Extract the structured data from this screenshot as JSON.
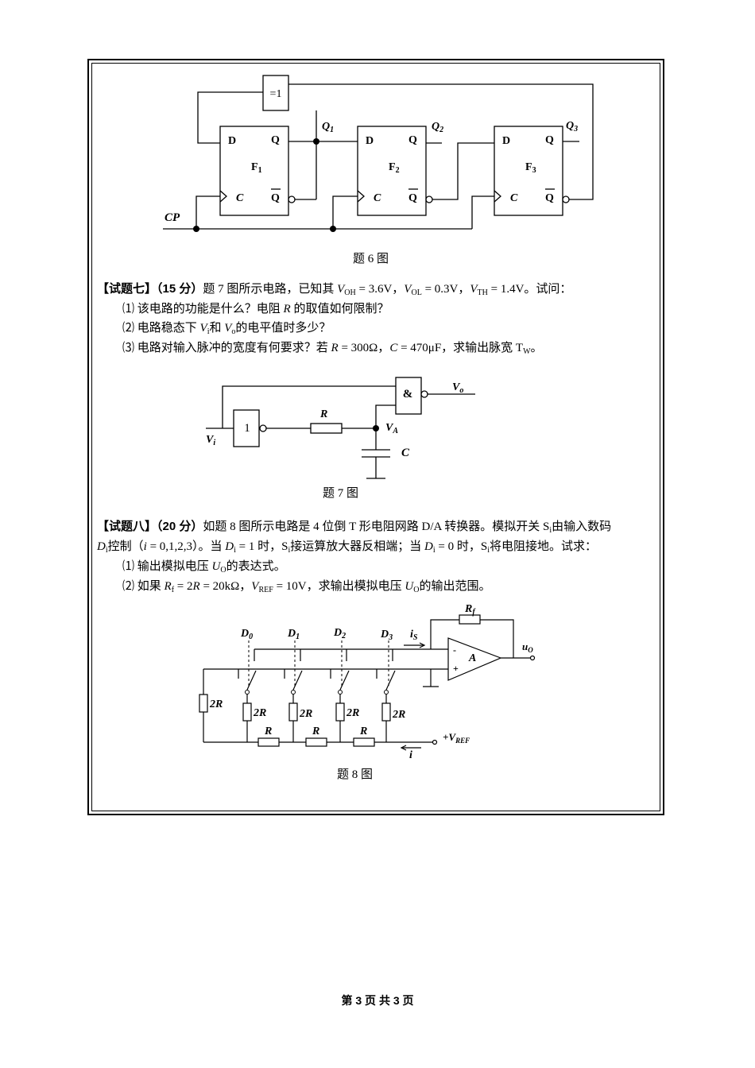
{
  "fig6": {
    "xor_label": "=1",
    "ff": [
      {
        "d": "D",
        "q": "Q",
        "name_base": "F",
        "name_sub": "1",
        "c": "C",
        "qn": "Q"
      },
      {
        "d": "D",
        "q": "Q",
        "name_base": "F",
        "name_sub": "2",
        "c": "C",
        "qn": "Q"
      },
      {
        "d": "D",
        "q": "Q",
        "name_base": "F",
        "name_sub": "3",
        "c": "C",
        "qn": "Q"
      }
    ],
    "outputs": [
      {
        "base": "Q",
        "sub": "1"
      },
      {
        "base": "Q",
        "sub": "2"
      },
      {
        "base": "Q",
        "sub": "3"
      }
    ],
    "clock_label": "CP",
    "caption": "题 6 图"
  },
  "q7": {
    "head": "【试题七】（15 分）",
    "intro_a": "题 7 图所示电路，已知其 ",
    "voh_sym": "V",
    "voh_sub": "OH",
    "voh_val": " = 3.6V，",
    "vol_sym": "V",
    "vol_sub": "OL",
    "vol_val": " = 0.3V，",
    "vth_sym": "V",
    "vth_sub": "TH",
    "vth_val": " = 1.4V。试问：",
    "l1_num": "⑴",
    "l1_a": " 该电路的功能是什么？电阻 ",
    "l1_r": "R",
    "l1_b": " 的取值如何限制？",
    "l2_num": "⑵",
    "l2_a": " 电路稳态下 ",
    "l2_v1": "V",
    "l2_v1sub": "i",
    "l2_b": "和 ",
    "l2_v2": "V",
    "l2_v2sub": "o",
    "l2_c": "的电平值时多少？",
    "l3_num": "⑶",
    "l3_a": "  电路对输入脉冲的宽度有何要求？若 ",
    "l3_r": "R",
    "l3_b": " = 300Ω，",
    "l3_c": "C",
    "l3_d": " = 470μF，求输出脉宽 T",
    "l3_wsub": "W",
    "l3_e": "。"
  },
  "fig7": {
    "and_label": "&",
    "not_label": "1",
    "r_label": "R",
    "vo_base": "V",
    "vo_sub": "o",
    "va_base": "V",
    "va_sub": "A",
    "vi_base": "V",
    "vi_sub": "i",
    "c_label": "C",
    "caption": "题 7 图"
  },
  "q8": {
    "head": "【试题八】（20 分）",
    "l1_a": "如题 8 图所示电路是 4 位倒 T 形电阻网路 D/A 转换器。模拟开关 S",
    "l1_sub": "i",
    "l1_b": "由输入数码",
    "l2_d": "D",
    "l2_dsub": "i",
    "l2_a": "控制（",
    "l2_i": "i",
    "l2_b": " = 0,1,2,3）。当 ",
    "l2_d2": "D",
    "l2_d2sub": "i",
    "l2_c": " = 1 时，S",
    "l2_ssub": "i",
    "l2_e": "接运算放大器反相端；当 ",
    "l2_d3": "D",
    "l2_d3sub": "i",
    "l2_f": " = 0 时，S",
    "l2_s2sub": "i",
    "l2_g": "将电阻接地。试求：",
    "l3_num": "⑴",
    "l3_a": " 输出模拟电压 ",
    "l3_u": "U",
    "l3_usub": "O",
    "l3_b": "的表达式。",
    "l4_num": "⑵",
    "l4_a": " 如果 ",
    "l4_r": "R",
    "l4_rsub": "f",
    "l4_b": " = 2",
    "l4_r2": "R",
    "l4_c": " = 20kΩ，",
    "l4_v": "V",
    "l4_vsub": "REF",
    "l4_d": " = 10V，求输出模拟电压 ",
    "l4_u": "U",
    "l4_usub": "O",
    "l4_e": "的输出范围。"
  },
  "fig8": {
    "d_labels": [
      {
        "base": "D",
        "sub": "0"
      },
      {
        "base": "D",
        "sub": "1"
      },
      {
        "base": "D",
        "sub": "2"
      },
      {
        "base": "D",
        "sub": "3"
      }
    ],
    "is_base": "i",
    "is_sub": "S",
    "rf_base": "R",
    "rf_sub": "f",
    "amp_label": "A",
    "minus": "-",
    "plus": "+",
    "uo_base": "u",
    "uo_sub": "O",
    "r2_left": "2R",
    "r2_labels": [
      "2R",
      "2R",
      "2R",
      "2R"
    ],
    "r_labels": [
      "R",
      "R",
      "R"
    ],
    "vref_prefix": "+V",
    "vref_sub": "REF",
    "i_label": "i",
    "caption": "题 8 图"
  },
  "footer": "第 3 页 共 3 页"
}
